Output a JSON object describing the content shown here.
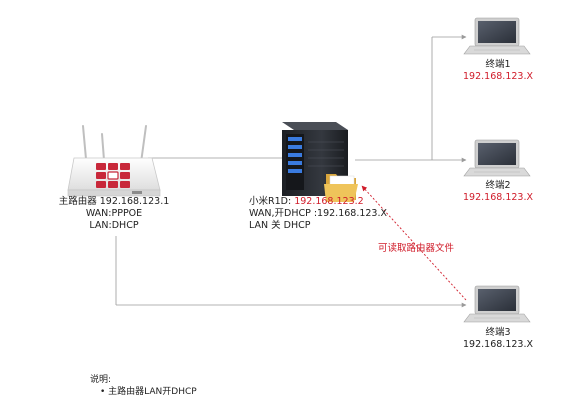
{
  "router": {
    "line1": "主路由器 192.168.123.1",
    "line2": "WAN:PPPOE",
    "line3": "LAN:DHCP"
  },
  "server": {
    "name_prefix": "小米R1D: ",
    "ip": "192.168.123.2",
    "line2": "WAN,开DHCP :192.168.123.X",
    "line3": "LAN 关 DHCP"
  },
  "laptops": [
    {
      "name": "终端1",
      "ip": "192.168.123.X"
    },
    {
      "name": "终端2",
      "ip": "192.168.123.X"
    },
    {
      "name": "终端3",
      "ip": "192.168.123.X"
    }
  ],
  "annotation": "可读取路由器文件",
  "notes": {
    "title": "说明:",
    "bullet": "• 主路由器LAN开DHCP"
  },
  "colors": {
    "line": "#9a9a9a",
    "accent_red": "#d01c2a",
    "server_body": "#2a2d33",
    "router_body": "#f2f2f2",
    "router_logo": "#c8283a",
    "folder": "#e6b94c",
    "laptop_screen": "#3c4350"
  }
}
